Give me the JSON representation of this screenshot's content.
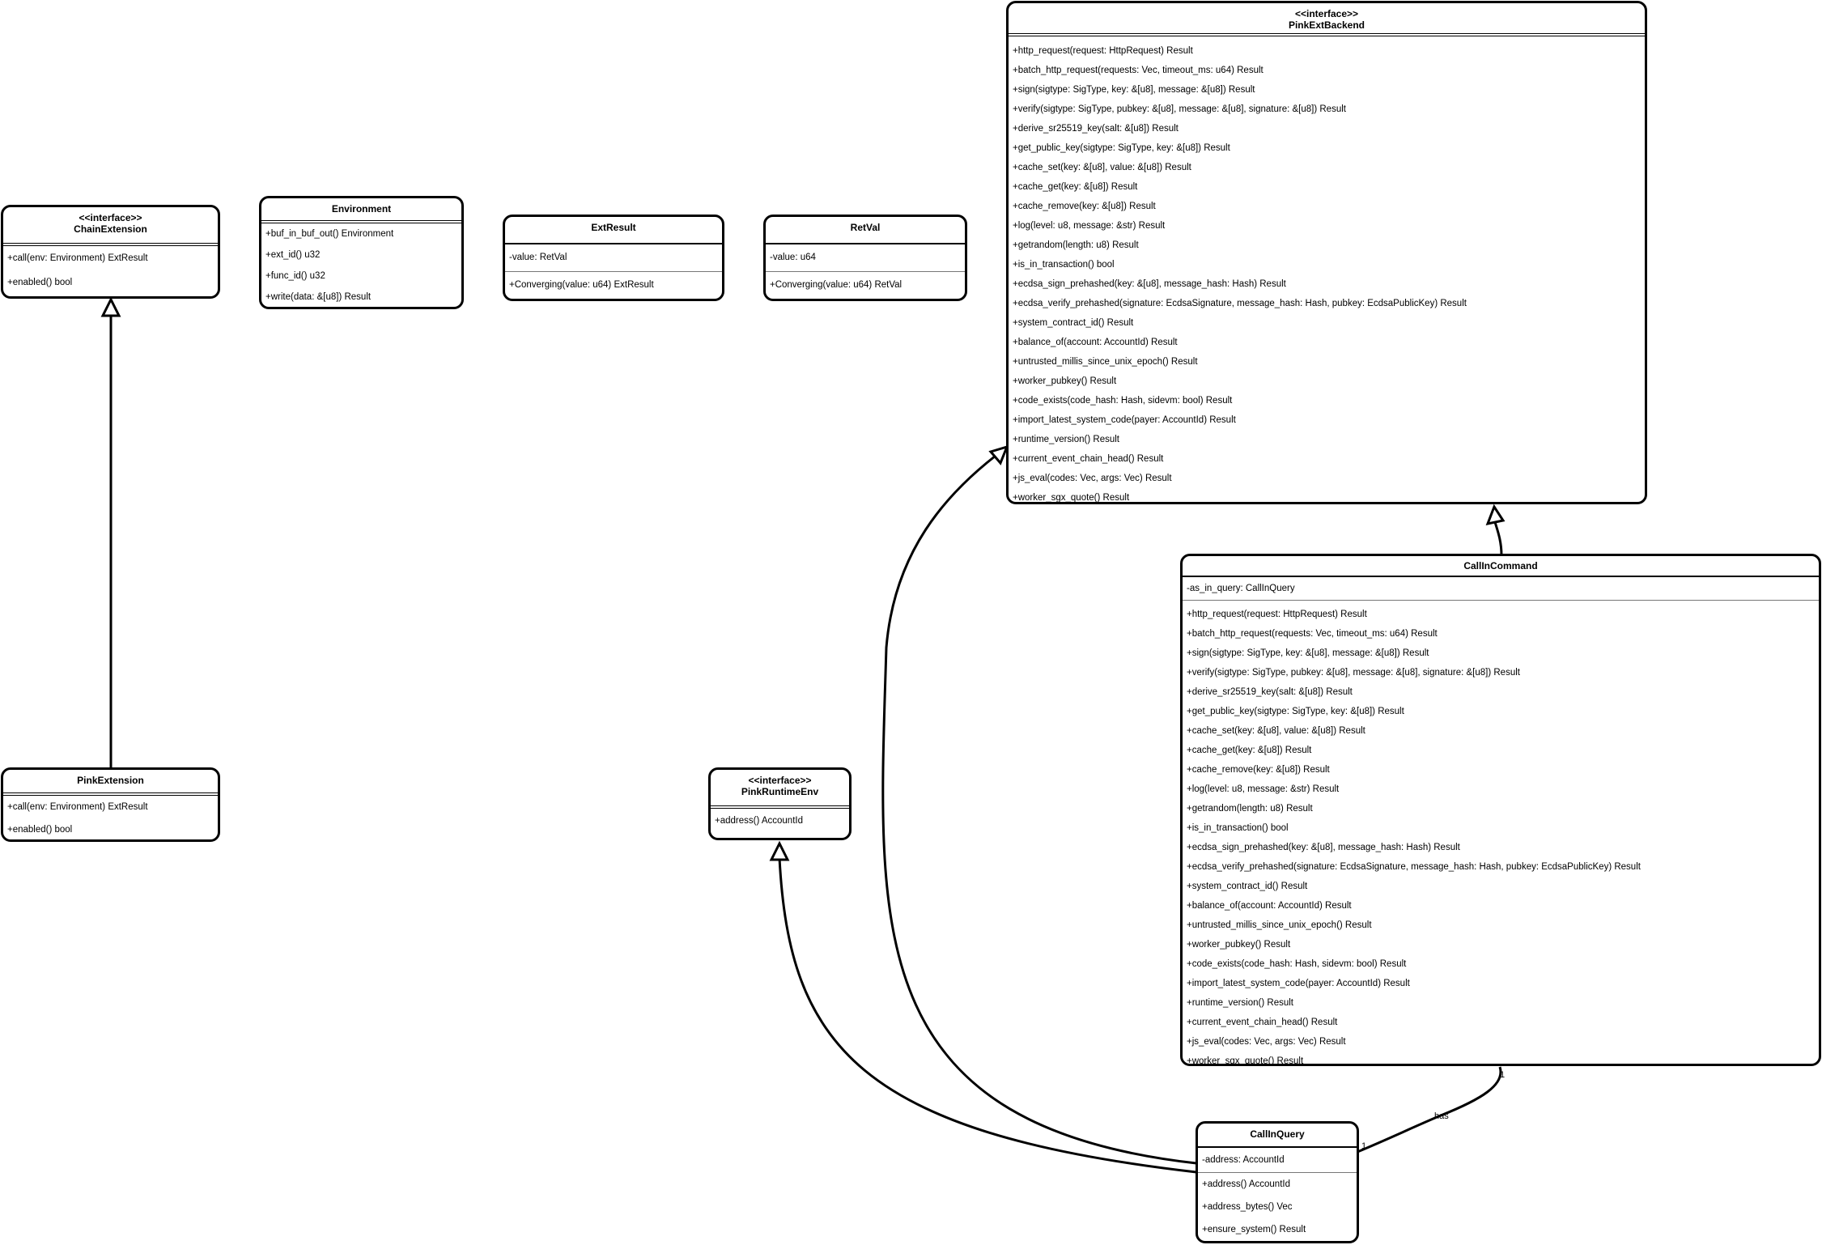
{
  "classes": {
    "chain_extension": {
      "stereotype": "<<interface>>",
      "name": "ChainExtension",
      "attributes": [],
      "methods": [
        "+call(env: Environment) ExtResult",
        "+enabled() bool"
      ]
    },
    "environment": {
      "stereotype": "",
      "name": "Environment",
      "attributes": [],
      "methods": [
        "+buf_in_buf_out() Environment",
        "+ext_id() u32",
        "+func_id() u32",
        "+write(data: &[u8]) Result"
      ]
    },
    "ext_result": {
      "stereotype": "",
      "name": "ExtResult",
      "attributes": [
        "-value: RetVal"
      ],
      "methods": [
        "+Converging(value: u64) ExtResult"
      ]
    },
    "ret_val": {
      "stereotype": "",
      "name": "RetVal",
      "attributes": [
        "-value: u64"
      ],
      "methods": [
        "+Converging(value: u64) RetVal"
      ]
    },
    "pink_extension": {
      "stereotype": "",
      "name": "PinkExtension",
      "attributes": [],
      "methods": [
        "+call(env: Environment) ExtResult",
        "+enabled() bool"
      ]
    },
    "pink_runtime_env": {
      "stereotype": "<<interface>>",
      "name": "PinkRuntimeEnv",
      "attributes": [],
      "methods": [
        "+address() AccountId"
      ]
    },
    "pink_ext_backend": {
      "stereotype": "<<interface>>",
      "name": "PinkExtBackend",
      "attributes": [],
      "methods": [
        "+http_request(request: HttpRequest) Result",
        "+batch_http_request(requests: Vec, timeout_ms: u64) Result",
        "+sign(sigtype: SigType, key: &[u8], message: &[u8]) Result",
        "+verify(sigtype: SigType, pubkey: &[u8], message: &[u8], signature: &[u8]) Result",
        "+derive_sr25519_key(salt: &[u8]) Result",
        "+get_public_key(sigtype: SigType, key: &[u8]) Result",
        "+cache_set(key: &[u8], value: &[u8]) Result",
        "+cache_get(key: &[u8]) Result",
        "+cache_remove(key: &[u8]) Result",
        "+log(level: u8, message: &str) Result",
        "+getrandom(length: u8) Result",
        "+is_in_transaction() bool",
        "+ecdsa_sign_prehashed(key: &[u8], message_hash: Hash) Result",
        "+ecdsa_verify_prehashed(signature: EcdsaSignature, message_hash: Hash, pubkey: EcdsaPublicKey) Result",
        "+system_contract_id() Result",
        "+balance_of(account: AccountId) Result",
        "+untrusted_millis_since_unix_epoch() Result",
        "+worker_pubkey() Result",
        "+code_exists(code_hash: Hash, sidevm: bool) Result",
        "+import_latest_system_code(payer: AccountId) Result",
        "+runtime_version() Result",
        "+current_event_chain_head() Result",
        "+js_eval(codes: Vec, args: Vec) Result",
        "+worker_sgx_quote() Result"
      ]
    },
    "call_in_command": {
      "stereotype": "",
      "name": "CallInCommand",
      "attributes": [
        "-as_in_query: CallInQuery"
      ],
      "methods": [
        "+http_request(request: HttpRequest) Result",
        "+batch_http_request(requests: Vec, timeout_ms: u64) Result",
        "+sign(sigtype: SigType, key: &[u8], message: &[u8]) Result",
        "+verify(sigtype: SigType, pubkey: &[u8], message: &[u8], signature: &[u8]) Result",
        "+derive_sr25519_key(salt: &[u8]) Result",
        "+get_public_key(sigtype: SigType, key: &[u8]) Result",
        "+cache_set(key: &[u8], value: &[u8]) Result",
        "+cache_get(key: &[u8]) Result",
        "+cache_remove(key: &[u8]) Result",
        "+log(level: u8, message: &str) Result",
        "+getrandom(length: u8) Result",
        "+is_in_transaction() bool",
        "+ecdsa_sign_prehashed(key: &[u8], message_hash: Hash) Result",
        "+ecdsa_verify_prehashed(signature: EcdsaSignature, message_hash: Hash, pubkey: EcdsaPublicKey) Result",
        "+system_contract_id() Result",
        "+balance_of(account: AccountId) Result",
        "+untrusted_millis_since_unix_epoch() Result",
        "+worker_pubkey() Result",
        "+code_exists(code_hash: Hash, sidevm: bool) Result",
        "+import_latest_system_code(payer: AccountId) Result",
        "+runtime_version() Result",
        "+current_event_chain_head() Result",
        "+js_eval(codes: Vec, args: Vec) Result",
        "+worker_sgx_quote() Result"
      ]
    },
    "call_in_query": {
      "stereotype": "",
      "name": "CallInQuery",
      "attributes": [
        "-address: AccountId"
      ],
      "methods": [
        "+address() AccountId",
        "+address_bytes() Vec",
        "+ensure_system() Result"
      ]
    }
  },
  "relations": {
    "association_label": "has",
    "multiplicity_source": "1",
    "multiplicity_target": "1"
  }
}
